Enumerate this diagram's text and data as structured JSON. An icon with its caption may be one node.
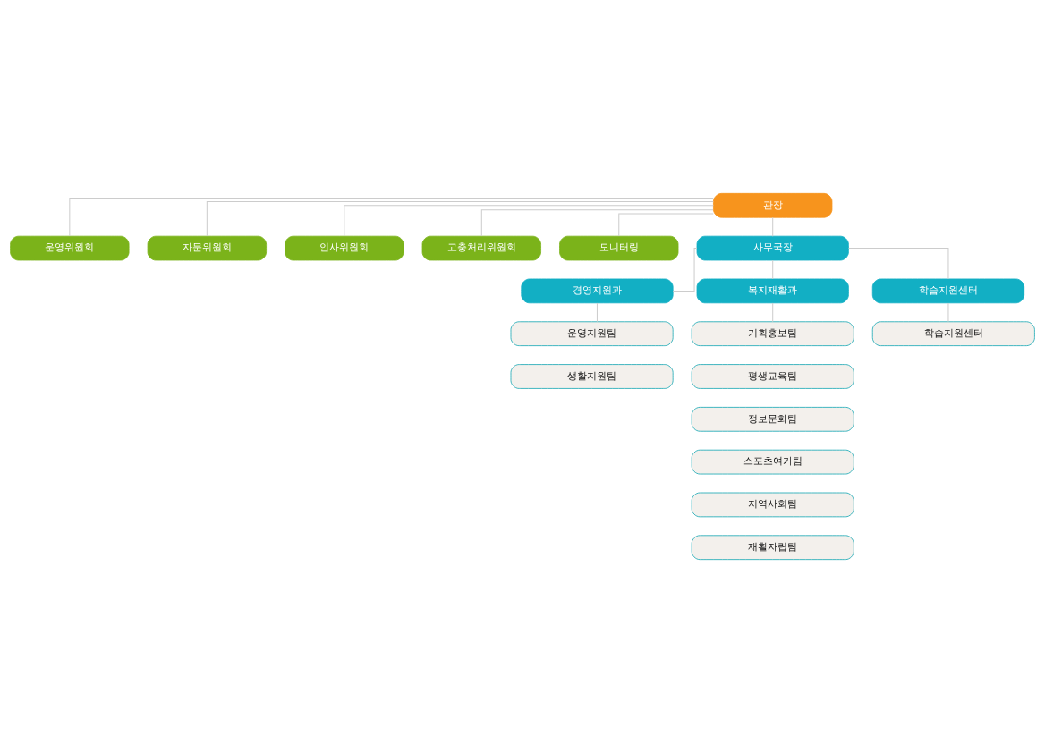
{
  "diagram": {
    "nodes": [
      {
        "text": [
          "관장"
        ]
      },
      {
        "text": [
          "운영위원회"
        ]
      },
      {
        "text": [
          "자문위원회"
        ]
      },
      {
        "text": [
          "인사위원회"
        ]
      },
      {
        "text": [
          "고충처리위원회"
        ]
      },
      {
        "text": [
          "모니터링"
        ]
      },
      {
        "text": [
          "사무국장"
        ]
      },
      {
        "text": [
          "경영지원과"
        ]
      },
      {
        "text": [
          "복지재활과"
        ]
      },
      {
        "text": [
          "학습지원센터"
        ]
      },
      {
        "text": [
          "운영지원팀"
        ]
      },
      {
        "text": [
          "생활지원팀"
        ]
      },
      {
        "text": [
          "기획홍보팀"
        ]
      },
      {
        "text": [
          "평생교육팀"
        ]
      },
      {
        "text": [
          "정보문화팀"
        ]
      },
      {
        "text": [
          "스포츠여가팀"
        ]
      },
      {
        "text": [
          "지역사회팀"
        ]
      },
      {
        "text": [
          "재활자립팀"
        ]
      },
      {
        "text": [
          "학습지원센터"
        ]
      }
    ],
    "edges": [
      {
        "from": 0,
        "to": 1,
        "arrow": "none"
      },
      {
        "from": 0,
        "to": 2,
        "arrow": "none"
      },
      {
        "from": 0,
        "to": 3,
        "arrow": "none"
      },
      {
        "from": 0,
        "to": 4,
        "arrow": "none"
      },
      {
        "from": 0,
        "to": 5,
        "arrow": "none"
      },
      {
        "from": 0,
        "to": 6,
        "arrow": "none"
      },
      {
        "from": 6,
        "to": 7,
        "arrow": "none"
      },
      {
        "from": 6,
        "to": 8,
        "arrow": "none"
      },
      {
        "from": 6,
        "to": 9,
        "arrow": "none"
      },
      {
        "from": 7,
        "to": 10,
        "arrow": "none"
      },
      {
        "from": 8,
        "to": 12,
        "arrow": "none"
      },
      {
        "from": 9,
        "to": 18,
        "arrow": "none"
      }
    ]
  }
}
